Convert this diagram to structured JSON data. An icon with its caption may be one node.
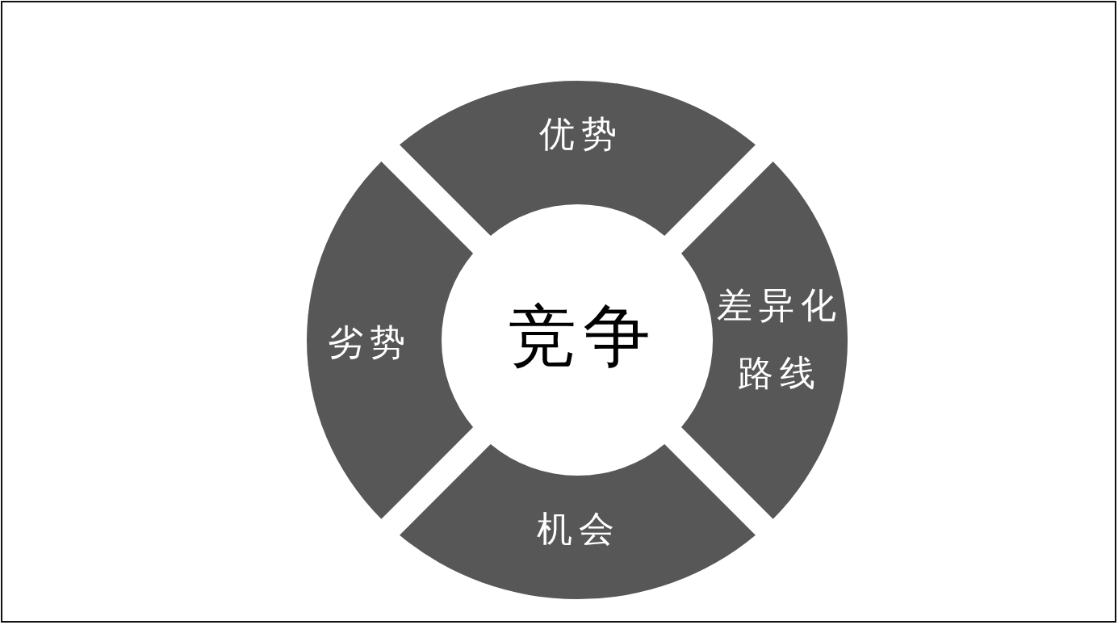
{
  "diagram": {
    "nodes": [
      {
        "text": [
          "优势"
        ]
      },
      {
        "text": [
          "劣势"
        ]
      },
      {
        "text": [
          "竞争"
        ]
      },
      {
        "text": [
          "差异化路线"
        ]
      },
      {
        "text": [
          "机会"
        ]
      }
    ]
  }
}
